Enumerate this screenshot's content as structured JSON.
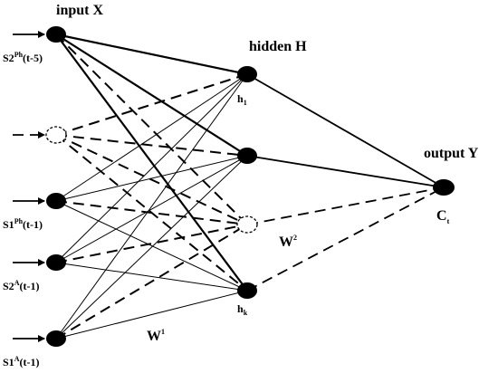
{
  "diagram": {
    "layers": {
      "input": "input X",
      "hidden": "hidden H",
      "output": "output Y"
    },
    "inputs": [
      {
        "base": "S2",
        "sup": "Ph",
        "suffix": "(t-5)"
      },
      {
        "base": "",
        "sup": "",
        "suffix": ""
      },
      {
        "base": "S1",
        "sup": "Ph",
        "suffix": "(t-1)"
      },
      {
        "base": "S2",
        "sup": "A",
        "suffix": "(t-1)"
      },
      {
        "base": "S1",
        "sup": "A",
        "suffix": "(t-1)"
      }
    ],
    "hidden_units": [
      {
        "base": "h",
        "sub": "1"
      },
      {
        "base": "",
        "sub": ""
      },
      {
        "base": "",
        "sub": ""
      },
      {
        "base": "h",
        "sub": "k"
      }
    ],
    "output_unit": {
      "base": "C",
      "sub": "t"
    },
    "weights": {
      "w1": {
        "base": "W",
        "sup": "1"
      },
      "w2": {
        "base": "W",
        "sup": "2"
      }
    }
  }
}
